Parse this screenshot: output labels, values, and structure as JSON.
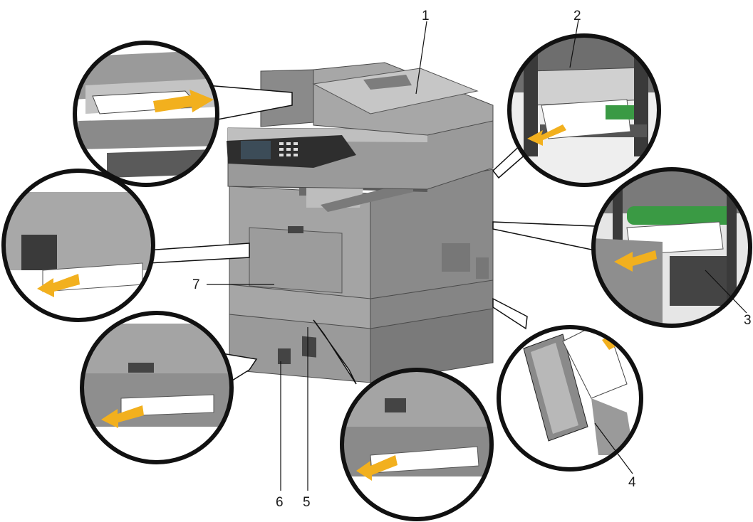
{
  "figure": {
    "subject": "printer-paper-jam-locations",
    "callouts": [
      {
        "id": "1",
        "label": "1"
      },
      {
        "id": "2",
        "label": "2"
      },
      {
        "id": "3",
        "label": "3"
      },
      {
        "id": "4",
        "label": "4"
      },
      {
        "id": "5",
        "label": "5"
      },
      {
        "id": "6",
        "label": "6"
      },
      {
        "id": "7",
        "label": "7"
      }
    ],
    "colors": {
      "body": "#8e8e8e",
      "body_light": "#b4b4b4",
      "body_dark": "#5c5c5c",
      "paper": "#ffffff",
      "arrow": "#f2b01e",
      "roller_green": "#3a9a44",
      "outline": "#111111"
    }
  }
}
